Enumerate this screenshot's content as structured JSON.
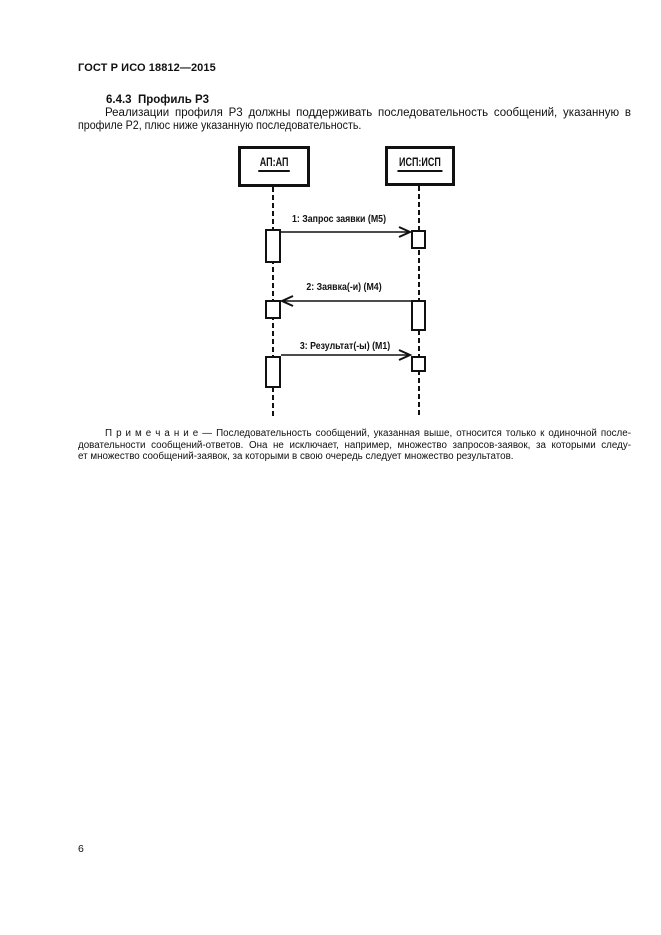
{
  "page": {
    "header": "ГОСТ Р ИСО 18812—2015",
    "page_number": "6"
  },
  "section": {
    "heading": "6.4.3  Профиль Р3",
    "paragraph_lines": [
      "Реализации профиля Р3 должны поддерживать последовательность сообщений, указанную в",
      "профиле Р2, плюс ниже указанную последовательность."
    ]
  },
  "diagram": {
    "type": "uml-sequence",
    "actors": [
      {
        "label": "АП:АП"
      },
      {
        "label": "ИСП:ИСП"
      }
    ],
    "messages": [
      {
        "label": "1: Запрос заявки (М5)",
        "from": "АП:АП",
        "to": "ИСП:ИСП",
        "direction": "right"
      },
      {
        "label": "2: Заявка(-и) (М4)",
        "from": "ИСП:ИСП",
        "to": "АП:АП",
        "direction": "left"
      },
      {
        "label": "3: Результат(-ы) (М1)",
        "from": "АП:АП",
        "to": "ИСП:ИСП",
        "direction": "right"
      }
    ]
  },
  "note": {
    "lines": [
      "П р и м е ч а н и е — Последовательность сообщений, указанная выше, относится только к одиночной после-",
      "довательности сообщений-ответов. Она не исключает, например, множество запросов-заявок, за которыми следу-",
      "ет множество сообщений-заявок, за которыми в свою очередь следует множество результатов."
    ]
  },
  "colors": {
    "background": "#ffffff",
    "ink": "#111111"
  }
}
